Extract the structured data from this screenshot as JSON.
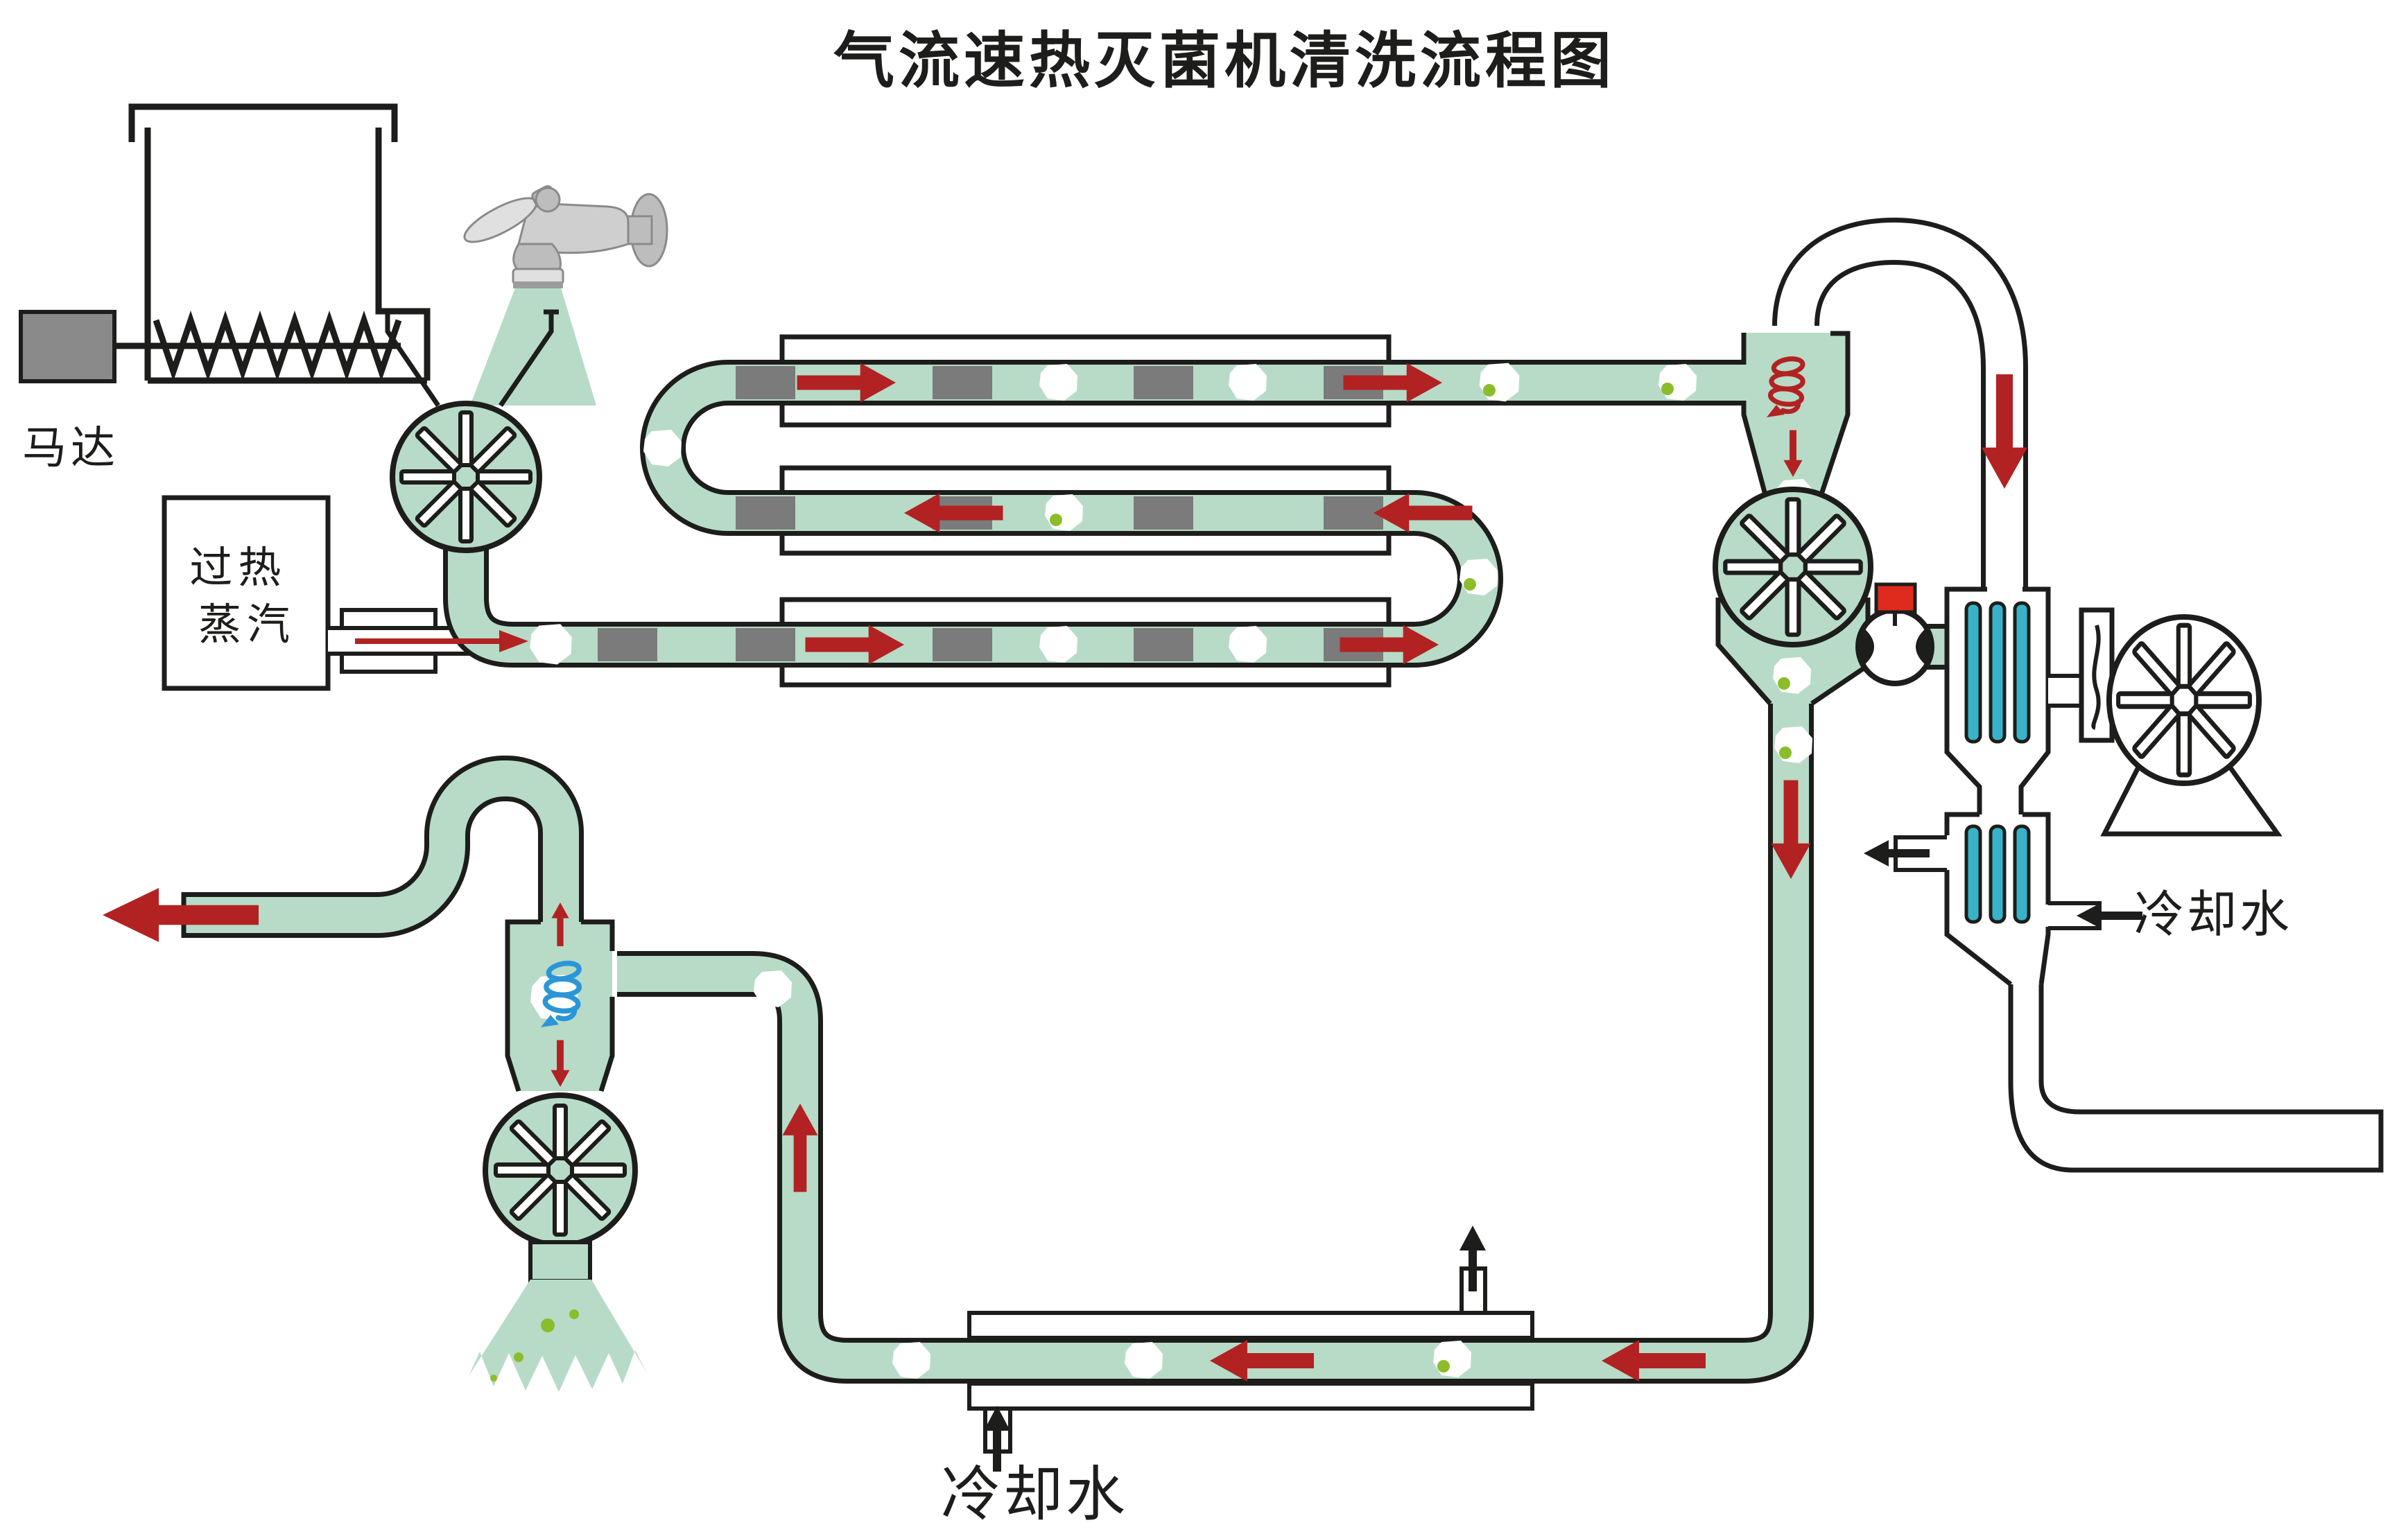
{
  "title": "气流速热灭菌机清洗流程图",
  "labels": {
    "motor": "马达",
    "steam_line1": "过热",
    "steam_line2": "蒸汽",
    "cooling_water_right": "冷却水",
    "cooling_water_bottom": "冷却水"
  },
  "colors": {
    "outline": "#1d1d1b",
    "pipe_green": "#b7dbc7",
    "arrow_red": "#b22222",
    "bright_red": "#df2b1d",
    "slug_gray": "#7b7b7b",
    "bar_blue": "#38b2c9",
    "spiral_blue": "#2a96d7",
    "droplet_green": "#8bbd2b",
    "motor_gray": "#8a8a8a",
    "faucet_gray": "#c9c9c9"
  },
  "components": [
    "agitator-tank-with-screw",
    "motor",
    "water-faucet",
    "feed-funnel",
    "rotary-valve-1",
    "superheated-steam-box",
    "steam-inlet-pipe",
    "heater-box-1",
    "heater-box-2",
    "heater-box-3",
    "serpentine-product-pipe",
    "cyclone-separator-right",
    "rotary-valve-2",
    "ball-valve",
    "condenser-upper",
    "condenser-lower",
    "wavy-filter",
    "blower-fan",
    "cooling-water-inlet-right",
    "condensate-outlet",
    "drain-elbow-pipe",
    "descent-pipe",
    "bottom-return-pipe",
    "cooling-jacket",
    "cooling-water-inlet-bottom",
    "vent-stub",
    "riser-pipe",
    "cyclone-separator-left",
    "rotary-valve-3",
    "discharge-spray",
    "exhaust-s-pipe"
  ],
  "flow_arrows": {
    "red": "process/product flow direction",
    "black": "cooling water and vent flow direction"
  }
}
